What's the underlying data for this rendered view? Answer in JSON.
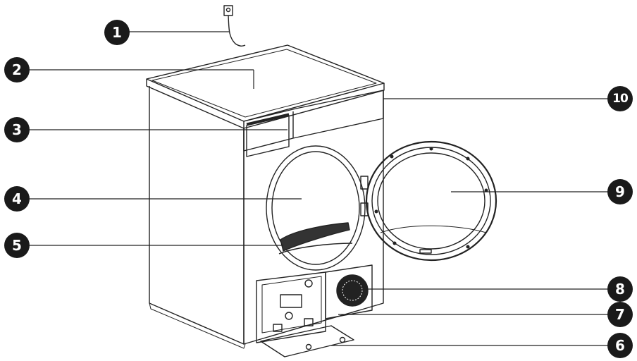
{
  "callouts": [
    {
      "id": "1",
      "label": "1"
    },
    {
      "id": "2",
      "label": "2"
    },
    {
      "id": "3",
      "label": "3"
    },
    {
      "id": "4",
      "label": "4"
    },
    {
      "id": "5",
      "label": "5"
    },
    {
      "id": "6",
      "label": "6"
    },
    {
      "id": "7",
      "label": "7"
    },
    {
      "id": "8",
      "label": "8"
    },
    {
      "id": "9",
      "label": "9"
    },
    {
      "id": "10",
      "label": "10"
    }
  ],
  "colors": {
    "ink": "#1a1a1a",
    "line": "#222222",
    "fill": "#ffffff"
  }
}
